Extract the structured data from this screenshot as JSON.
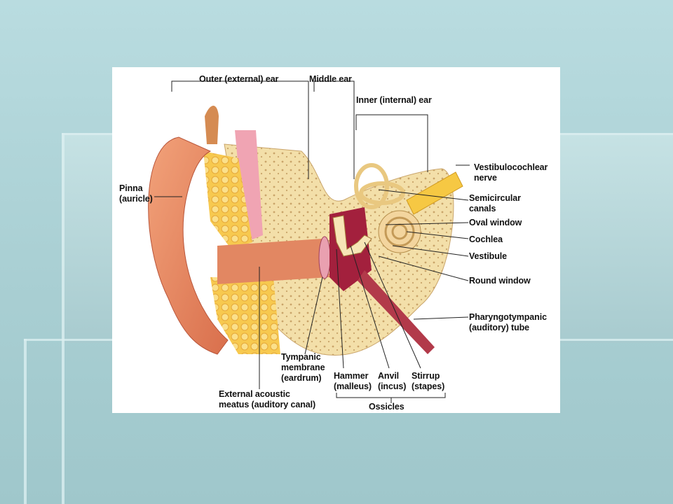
{
  "diagram": {
    "header_labels": {
      "outer_ear": "Outer (external) ear",
      "middle_ear": "Middle ear",
      "inner_ear": "Inner (internal) ear"
    },
    "left_labels": {
      "pinna": [
        "Pinna",
        "(auricle)"
      ]
    },
    "right_labels": {
      "vestibulocochlear": [
        "Vestibulocochlear",
        "nerve"
      ],
      "semicircular": [
        "Semicircular",
        "canals"
      ],
      "oval_window": "Oval window",
      "cochlea": "Cochlea",
      "vestibule": "Vestibule",
      "round_window": "Round window",
      "pharyngotympanic": [
        "Pharyngotympanic",
        "(auditory) tube"
      ]
    },
    "bottom_labels": {
      "tympanic": [
        "Tympanic",
        "membrane",
        "(eardrum)"
      ],
      "hammer": [
        "Hammer",
        "(malleus)"
      ],
      "anvil": [
        "Anvil",
        "(incus)"
      ],
      "stirrup": [
        "Stirrup",
        "(stapes)"
      ],
      "ossicles": "Ossicles",
      "external_acoustic": [
        "External acoustic",
        "meatus (auditory canal)"
      ]
    }
  }
}
